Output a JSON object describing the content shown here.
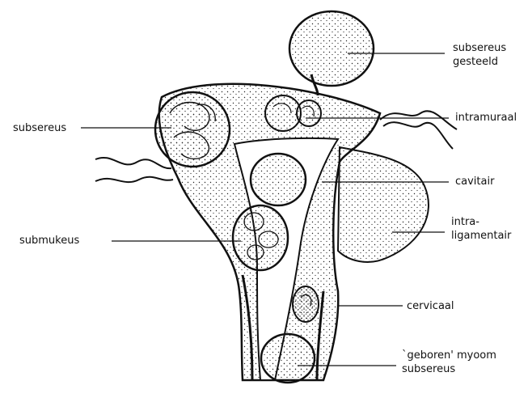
{
  "labels": {
    "subsereus_gesteeld": [
      "subsereus",
      "gesteeld"
    ],
    "subsereus_left": "subsereus",
    "intramuraal": "intramuraal",
    "cavitair": "cavitair",
    "intraligamentair": [
      "intra-",
      "ligamentair"
    ],
    "submukeus": "submukeus",
    "cervicaal": "cervicaal",
    "geboren_myoom": [
      "`geboren' myoom",
      "subsereus"
    ]
  },
  "colors": {
    "ink": "#111111",
    "paper": "#ffffff"
  }
}
